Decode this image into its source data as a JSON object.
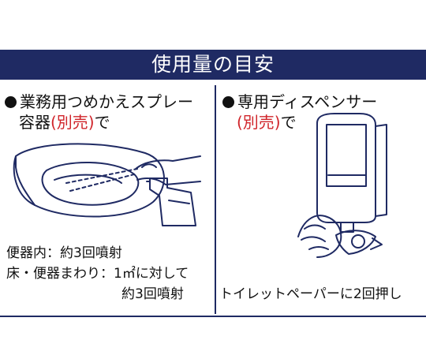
{
  "header": {
    "title": "使用量の目安"
  },
  "left": {
    "heading_line1": "業務用つめかえスプレー",
    "heading_line2_prefix": "容器",
    "heading_red": "(別売)",
    "heading_suffix": "で",
    "usage": {
      "line1": "便器内：約3回噴射",
      "line2": "床・便器まわり：1㎡に対して",
      "line3": "約3回噴射"
    },
    "illustration_icon": "toilet-spray-illustration"
  },
  "right": {
    "heading_line1": "専用ディスペンサー",
    "heading_red": "(別売)",
    "heading_suffix": "で",
    "caption": "トイレットペーパーに2回押し",
    "illustration_icon": "dispenser-illustration"
  },
  "colors": {
    "navy": "#1f2a63",
    "red": "#d0242a"
  }
}
